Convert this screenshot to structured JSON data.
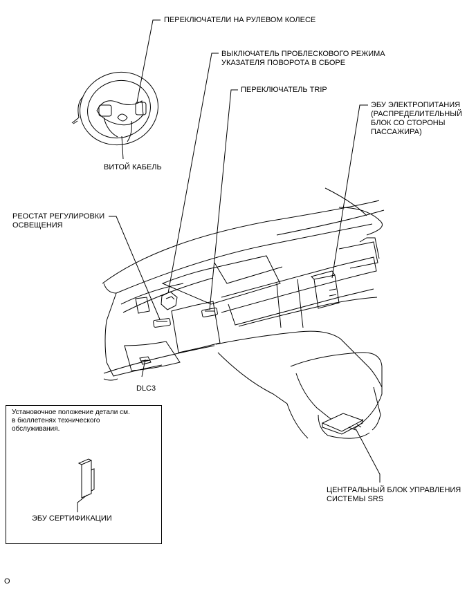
{
  "labels": {
    "steering_switches": "ПЕРЕКЛЮЧАТЕЛИ НА РУЛЕВОМ КОЛЕСЕ",
    "hazard_switch": "ВЫКЛЮЧАТЕЛЬ ПРОБЛЕСКОВОГО РЕЖИМА\nУКАЗАТЕЛЯ ПОВОРОТА В СБОРЕ",
    "trip_switch": "ПЕРЕКЛЮЧАТЕЛЬ TRIP",
    "power_ecu": "ЭБУ ЭЛЕКТРОПИТАНИЯ\n(РАСПРЕДЕЛИТЕЛЬНЫЙ\nБЛОК СО СТОРОНЫ\nПАССАЖИРА)",
    "spiral_cable": "ВИТОЙ КАБЕЛЬ",
    "rheostat": "РЕОСТАТ РЕГУЛИРОВКИ\nОСВЕЩЕНИЯ",
    "dlc3": "DLC3",
    "srs_unit": "ЦЕНТРАЛЬНЫЙ БЛОК УПРАВЛЕНИЯ\nСИСТЕМЫ SRS"
  },
  "inset": {
    "note": "Установочное положение детали см.\nв бюллетенях технического\nобслуживания.",
    "label": "ЭБУ СЕРТИФИКАЦИИ"
  },
  "footer": "O"
}
